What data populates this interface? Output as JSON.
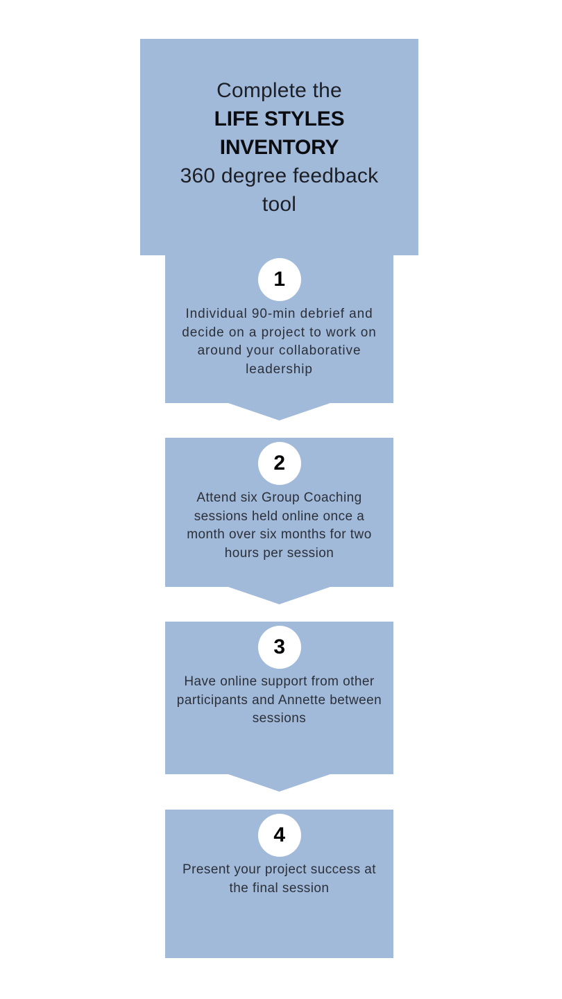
{
  "theme": {
    "card_fill": "#a2bada",
    "badge_fill": "#ffffff",
    "page_background": "#ffffff",
    "heading_color": "#1c1f26",
    "body_text_color": "#2b2f38"
  },
  "header": {
    "line_1": "Complete the",
    "line_2": "LIFE STYLES INVENTORY",
    "line_3": "360 degree feedback",
    "line_4": "tool"
  },
  "steps": [
    {
      "number": "1",
      "text": "Individual 90-min debrief and decide on a project to work on around your collaborative leadership"
    },
    {
      "number": "2",
      "text": "Attend six Group Coaching sessions held online once a month over six months for two hours per session"
    },
    {
      "number": "3",
      "text": "Have online support from other participants and Annette between sessions"
    },
    {
      "number": "4",
      "text": "Present your project success at the final session"
    }
  ]
}
